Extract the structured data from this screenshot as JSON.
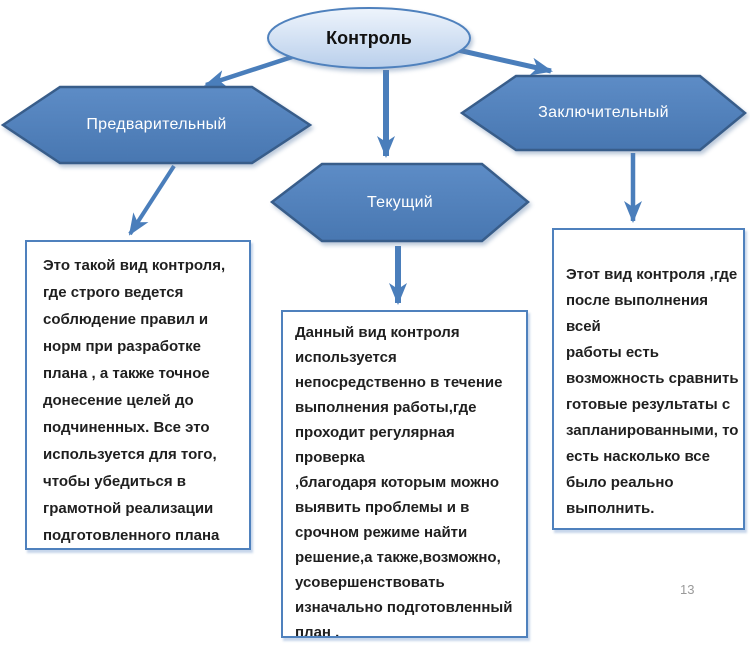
{
  "page_number": "13",
  "colors": {
    "shape_fill_top": "#5d8cc6",
    "shape_fill_bottom": "#4877b1",
    "shape_border": "#385d8a",
    "shape_border_light": "#4f81bd",
    "arrow_color": "#4a7ebb",
    "ellipse_fill_top": "#eef4fc",
    "ellipse_fill_bottom": "#b9cfeb",
    "box_border": "#4f81bd",
    "text_color": "#1f1f1f",
    "page_number_color": "#9a9a9a"
  },
  "diagram": {
    "root": {
      "label": "Контроль",
      "shape": "ellipse"
    },
    "branches": [
      {
        "id": "preliminary",
        "label": "Предварительный",
        "shape": "hexagon",
        "description": "Это такой вид  контроля,\nгде строго ведется\nсоблюдение правил и\nнорм при разработке\nплана , а также точное\nдонесение целей до\nподчиненных. Все это\nиспользуется для того,\nчтобы убедиться в\nграмотной реализации\nподготовленного плана"
      },
      {
        "id": "current",
        "label": "Текущий",
        "shape": "hexagon",
        "description": "Данный  вид контроля\nиспользуется\nнепосредственно в течение\nвыполнения работы,где\nпроходит регулярная\nпроверка\n,благодаря которым можно\nвыявить проблемы и в\nсрочном режиме найти\nрешение,а также,возможно,\nусовершенствовать\nизначально подготовленный\nплан ."
      },
      {
        "id": "final",
        "label": "Заключительный",
        "shape": "hexagon",
        "description": "Этот вид контроля ,где\nпосле выполнения всей\nработы есть\nвозможность сравнить\nготовые результаты с\nзапланированными, то\nесть насколько все\nбыло реально\nвыполнить."
      }
    ],
    "connectors": [
      {
        "from": "root",
        "to": "preliminary"
      },
      {
        "from": "root",
        "to": "current"
      },
      {
        "from": "root",
        "to": "final"
      },
      {
        "from": "preliminary",
        "to": "preliminary-description"
      },
      {
        "from": "current",
        "to": "current-description"
      },
      {
        "from": "final",
        "to": "final-description"
      }
    ]
  }
}
